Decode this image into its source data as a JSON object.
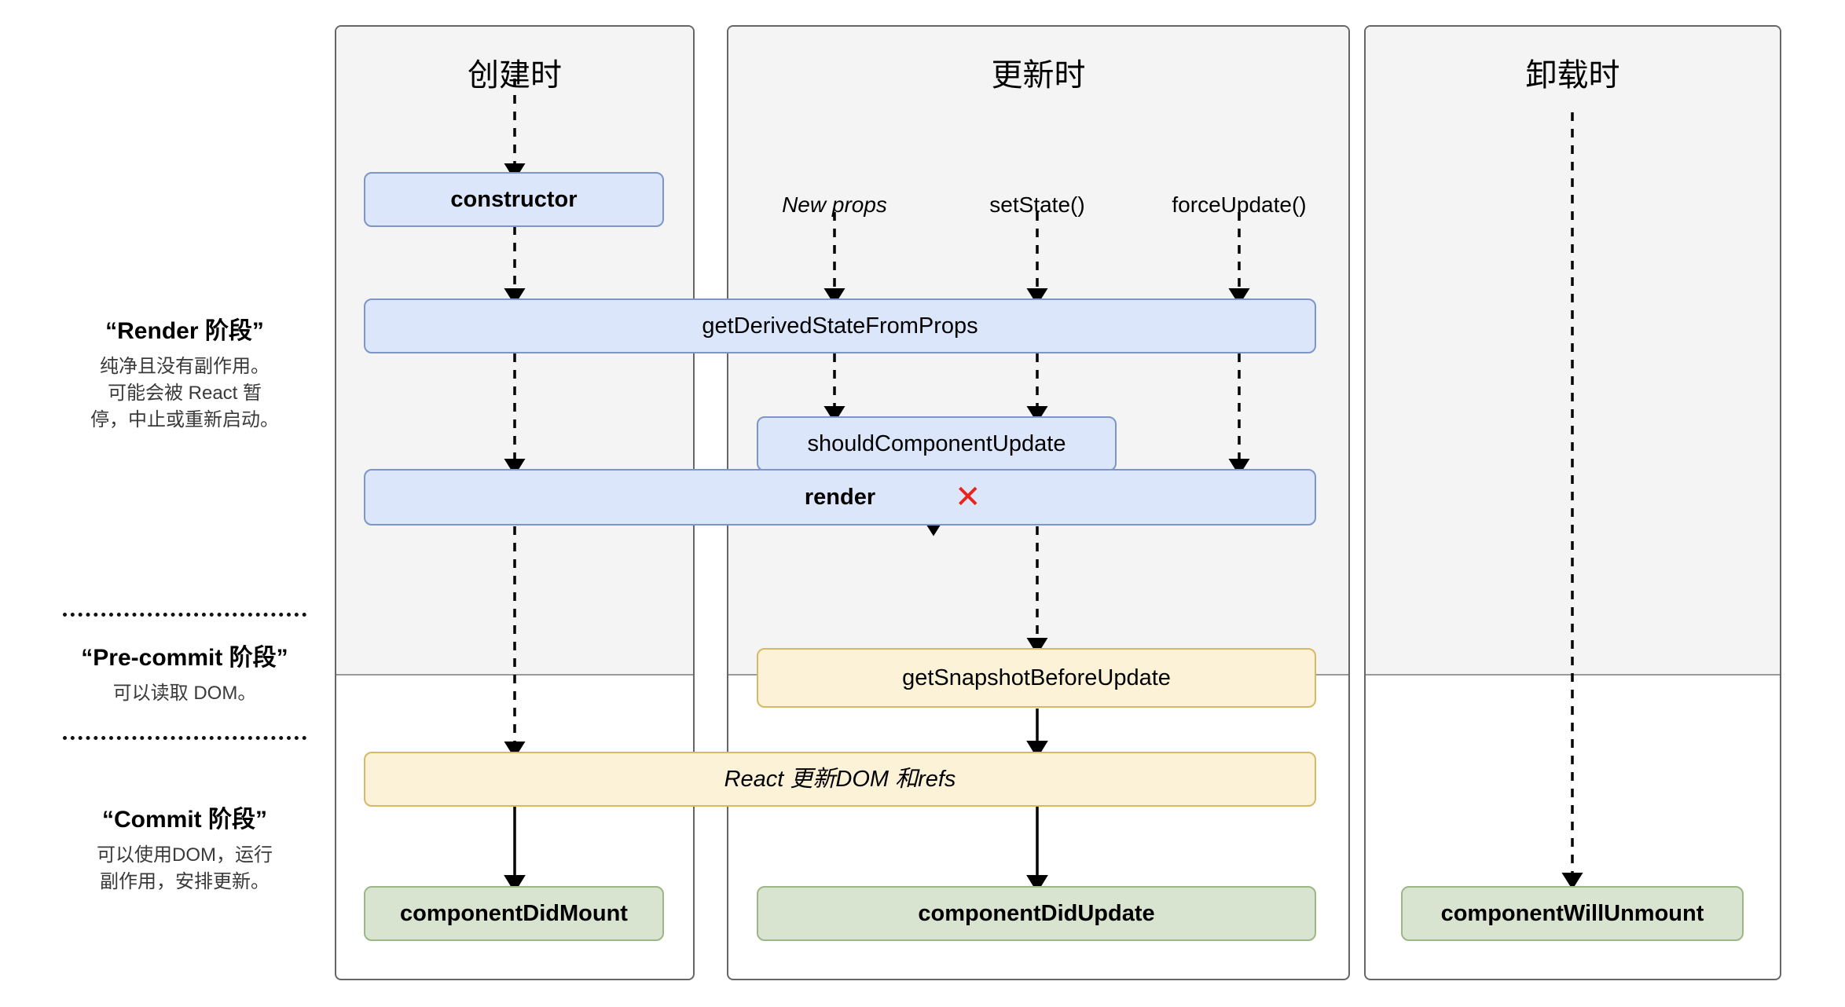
{
  "columns": [
    {
      "id": "mount",
      "title": "创建时"
    },
    {
      "id": "update",
      "title": "更新时"
    },
    {
      "id": "unmount",
      "title": "卸载时"
    }
  ],
  "legend": [
    {
      "id": "render-phase",
      "title": "“Render 阶段”",
      "desc": "纯净且没有副作用。\n可能会被 React 暂\n停，中止或重新启动。"
    },
    {
      "id": "pre-commit-phase",
      "title": "“Pre-commit 阶段”",
      "desc": "可以读取 DOM。"
    },
    {
      "id": "commit-phase",
      "title": "“Commit 阶段”",
      "desc": "可以使用DOM，运行\n副作用，安排更新。"
    }
  ],
  "triggers": [
    {
      "id": "new-props",
      "label": "New props",
      "italic": true
    },
    {
      "id": "set-state",
      "label": "setState()",
      "italic": false
    },
    {
      "id": "force-update",
      "label": "forceUpdate()",
      "italic": false
    }
  ],
  "nodes": {
    "constructor": "constructor",
    "get_derived_state": "getDerivedStateFromProps",
    "should_component_update": "shouldComponentUpdate",
    "render": "render",
    "get_snapshot": "getSnapshotBeforeUpdate",
    "react_updates_dom": "React 更新DOM 和refs",
    "component_did_mount": "componentDidMount",
    "component_did_update": "componentDidUpdate",
    "component_will_unmount": "componentWillUnmount"
  },
  "markers": {
    "abort_x": "✕"
  },
  "colors": {
    "render_phase_fill": "#dce6fa",
    "render_phase_stroke": "#7e95c9",
    "pre_commit_fill": "#fcf2d7",
    "pre_commit_stroke": "#d6b965",
    "commit_fill": "#d8e4d0",
    "commit_stroke": "#9cb785",
    "panel_bg": "#f4f4f4",
    "panel_border": "#666666",
    "abort_marker": "#e8241c"
  }
}
